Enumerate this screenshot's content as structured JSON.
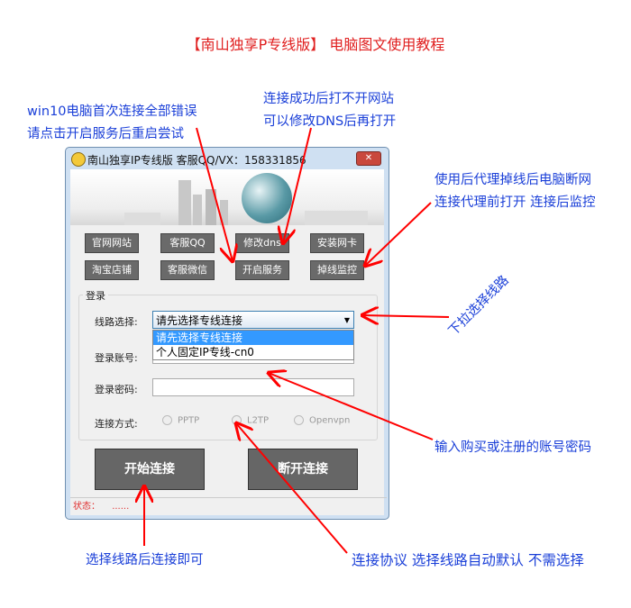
{
  "heading": "【南山独享P专线版】 电脑图文使用教程",
  "notes": {
    "win10_line1": "win10电脑首次连接全部错误",
    "win10_line2": "请点击开启服务后重启尝试",
    "dns_line1": "连接成功后打不开网站",
    "dns_line2": "可以修改DNS后再打开",
    "monitor_line1": "使用后代理掉线后电脑断网",
    "monitor_line2": "连接代理前打开 连接后监控",
    "route": "下拉选择线路",
    "account": "输入购买或注册的账号密码",
    "connect": "选择线路后连接即可",
    "protocol": "连接协议 选择线路自动默认 不需选择"
  },
  "window": {
    "title": "南山独享IP专线版 客服QQ/VX：158331856",
    "buttons": [
      "官网网站",
      "客服QQ",
      "修改dns",
      "安装网卡",
      "淘宝店铺",
      "客服微信",
      "开启服务",
      "掉线监控"
    ],
    "group_label": "登录",
    "route_label": "线路选择:",
    "route_value": "请先选择专线连接",
    "route_options": [
      "请先选择专线连接",
      "个人固定IP专线-cn0"
    ],
    "account_label": "登录账号:",
    "password_label": "登录密码:",
    "method_label": "连接方式:",
    "methods": [
      "PPTP",
      "L2TP",
      "Openvpn"
    ],
    "connect": "开始连接",
    "disconnect": "断开连接",
    "status_label": "状态：",
    "status_value": "......"
  },
  "colors": {
    "annotation_red": "#e02020",
    "annotation_blue": "#1a3fd8",
    "button_gray": "#6a6a6a"
  }
}
